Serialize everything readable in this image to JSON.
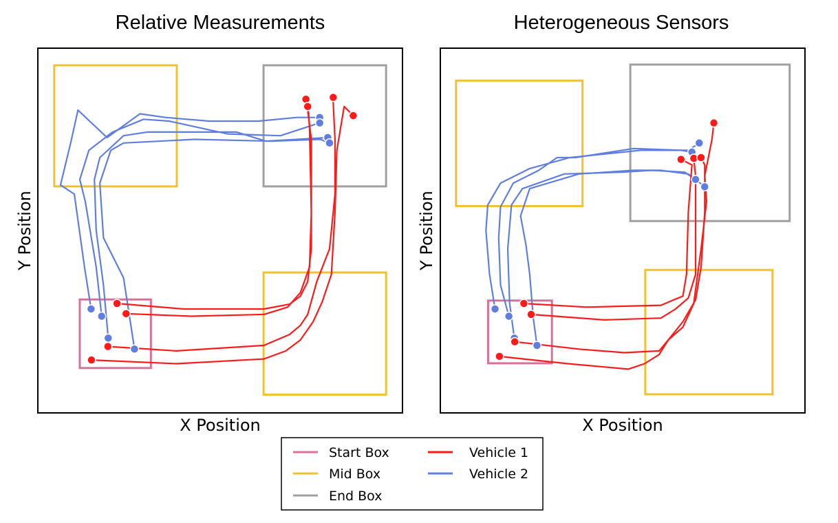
{
  "colors": {
    "start_box": "#d9709a",
    "mid_box": "#f2c12e",
    "end_box": "#a0a0a0",
    "vehicle1": "#ff1a1a",
    "vehicle2": "#5f7ee0"
  },
  "legend": {
    "placement": "bottom-center",
    "entries": [
      {
        "key": "start_box",
        "label": "Start Box"
      },
      {
        "key": "mid_box",
        "label": "Mid Box"
      },
      {
        "key": "end_box",
        "label": "End Box"
      },
      {
        "key": "vehicle1",
        "label": "Vehicle 1"
      },
      {
        "key": "vehicle2",
        "label": "Vehicle 2"
      }
    ]
  },
  "chart_data": [
    {
      "type": "line",
      "title": "Relative Measurements",
      "xlabel": "X Position",
      "ylabel": "Y Position",
      "ticks": false,
      "grid": false,
      "xlim": [
        0,
        100
      ],
      "ylim": [
        0,
        100
      ],
      "boxes": [
        {
          "kind": "start_box",
          "x0": 11.5,
          "y0": 12.3,
          "x1": 31.0,
          "y1": 31.1
        },
        {
          "kind": "mid_box",
          "x0": 4.5,
          "y0": 62.1,
          "x1": 38.1,
          "y1": 95.3
        },
        {
          "kind": "mid_box",
          "x0": 61.9,
          "y0": 5.0,
          "x1": 95.5,
          "y1": 38.5
        },
        {
          "kind": "end_box",
          "x0": 61.9,
          "y0": 62.1,
          "x1": 95.5,
          "y1": 95.3
        }
      ],
      "vehicle1_paths": [
        [
          [
            21.7,
            30.0
          ],
          [
            40,
            28.5
          ],
          [
            62.0,
            28.5
          ],
          [
            69.0,
            29.8
          ],
          [
            72.0,
            32.0
          ],
          [
            74.0,
            36.0
          ],
          [
            75.0,
            45.0
          ],
          [
            75.0,
            75.0
          ],
          [
            74.0,
            83.0
          ],
          [
            73.5,
            86.0
          ]
        ],
        [
          [
            24.2,
            27.2
          ],
          [
            42,
            26.5
          ],
          [
            62.0,
            27.0
          ],
          [
            68.5,
            29.0
          ],
          [
            72.0,
            33.0
          ],
          [
            74.5,
            40.0
          ],
          [
            75.0,
            55.0
          ],
          [
            74.5,
            78.0
          ],
          [
            74.2,
            83.0
          ],
          [
            74.0,
            84.0
          ]
        ],
        [
          [
            19.2,
            18.2
          ],
          [
            38,
            17.0
          ],
          [
            62.0,
            18.5
          ],
          [
            69.0,
            21.5
          ],
          [
            72.0,
            24.0
          ],
          [
            74.0,
            27.0
          ],
          [
            76.5,
            36.0
          ],
          [
            80.0,
            45.0
          ],
          [
            81.5,
            60.0
          ],
          [
            81.5,
            75.0
          ],
          [
            81.0,
            85.0
          ],
          [
            81.0,
            86.5
          ]
        ],
        [
          [
            14.7,
            14.5
          ],
          [
            38,
            13.5
          ],
          [
            62.0,
            14.8
          ],
          [
            68.0,
            17.0
          ],
          [
            72.0,
            20.0
          ],
          [
            75.5,
            25.0
          ],
          [
            78.0,
            30.5
          ],
          [
            80.5,
            38.0
          ],
          [
            81.5,
            55.0
          ],
          [
            82.0,
            72.0
          ],
          [
            84.0,
            84.0
          ],
          [
            86.5,
            81.5
          ]
        ]
      ],
      "vehicle2_paths": [
        [
          [
            14.6,
            28.5
          ],
          [
            12.8,
            40.0
          ],
          [
            10.0,
            60.0
          ],
          [
            6.2,
            62.5
          ],
          [
            9.0,
            74.0
          ],
          [
            11.0,
            83.0
          ],
          [
            19.0,
            75.5
          ],
          [
            28.0,
            82.0
          ],
          [
            35.0,
            81.0
          ],
          [
            47.0,
            80.0
          ],
          [
            60.5,
            80.0
          ],
          [
            71.0,
            81.0
          ],
          [
            77.3,
            81.0
          ]
        ],
        [
          [
            17.5,
            26.5
          ],
          [
            16.0,
            40.0
          ],
          [
            13.0,
            58.0
          ],
          [
            11.5,
            64.0
          ],
          [
            14.0,
            72.0
          ],
          [
            20.5,
            77.0
          ],
          [
            29.0,
            80.5
          ],
          [
            36.0,
            80.0
          ],
          [
            52.0,
            76.5
          ],
          [
            66.5,
            76.0
          ],
          [
            77.3,
            79.5
          ]
        ],
        [
          [
            19.3,
            20.5
          ],
          [
            18.0,
            35.0
          ],
          [
            16.0,
            50.0
          ],
          [
            15.5,
            64.0
          ],
          [
            17.0,
            70.0
          ],
          [
            23.5,
            76.0
          ],
          [
            30.0,
            77.0
          ],
          [
            37.0,
            77.0
          ],
          [
            54.5,
            77.0
          ],
          [
            62.5,
            74.5
          ],
          [
            79.5,
            75.5
          ]
        ],
        [
          [
            26.5,
            17.5
          ],
          [
            25.5,
            24.0
          ],
          [
            23.5,
            37.0
          ],
          [
            18.0,
            48.0
          ],
          [
            17.0,
            63.0
          ],
          [
            20.0,
            72.0
          ],
          [
            23.5,
            74.0
          ],
          [
            43.0,
            75.0
          ],
          [
            64.0,
            74.5
          ],
          [
            77.5,
            75.0
          ],
          [
            80.0,
            74.0
          ]
        ]
      ]
    },
    {
      "type": "line",
      "title": "Heterogeneous Sensors",
      "xlabel": "X Position",
      "ylabel": "Y Position",
      "ticks": false,
      "grid": false,
      "xlim": [
        0,
        100
      ],
      "ylim": [
        0,
        100
      ],
      "boxes": [
        {
          "kind": "start_box",
          "x0": 13.1,
          "y0": 13.6,
          "x1": 30.6,
          "y1": 30.8
        },
        {
          "kind": "mid_box",
          "x0": 4.3,
          "y0": 56.7,
          "x1": 39.0,
          "y1": 91.1
        },
        {
          "kind": "mid_box",
          "x0": 56.2,
          "y0": 5.1,
          "x1": 91.1,
          "y1": 39.2
        },
        {
          "kind": "end_box",
          "x0": 52.1,
          "y0": 52.6,
          "x1": 95.8,
          "y1": 95.5
        }
      ],
      "vehicle1_paths": [
        [
          [
            22.9,
            30.0
          ],
          [
            40.0,
            29.0
          ],
          [
            60.5,
            29.5
          ],
          [
            64.0,
            31.0
          ],
          [
            66.5,
            32.0
          ],
          [
            67.5,
            38.0
          ],
          [
            68.0,
            55.0
          ],
          [
            69.0,
            68.0
          ],
          [
            66.0,
            69.5
          ]
        ],
        [
          [
            24.9,
            27.0
          ],
          [
            45.0,
            25.5
          ],
          [
            60.5,
            26.0
          ],
          [
            64.5,
            28.5
          ],
          [
            68.0,
            31.5
          ],
          [
            70.0,
            38.0
          ],
          [
            70.0,
            55.0
          ],
          [
            70.0,
            65.0
          ],
          [
            69.5,
            69.8
          ]
        ],
        [
          [
            20.4,
            19.5
          ],
          [
            38.0,
            17.5
          ],
          [
            50.5,
            16.5
          ],
          [
            60.0,
            17.0
          ],
          [
            62.5,
            20.0
          ],
          [
            66.5,
            25.0
          ],
          [
            70.0,
            31.0
          ],
          [
            71.5,
            40.0
          ],
          [
            72.5,
            55.0
          ],
          [
            72.5,
            68.0
          ],
          [
            71.5,
            70.0
          ]
        ],
        [
          [
            16.2,
            15.5
          ],
          [
            35.0,
            13.5
          ],
          [
            51.5,
            12.0
          ],
          [
            56.0,
            13.5
          ],
          [
            60.0,
            16.0
          ],
          [
            62.5,
            20.0
          ],
          [
            66.5,
            23.5
          ],
          [
            69.5,
            30.0
          ],
          [
            71.5,
            45.0
          ],
          [
            73.0,
            58.0
          ],
          [
            72.5,
            65.0
          ],
          [
            74.5,
            75.0
          ],
          [
            75.0,
            79.5
          ]
        ]
      ],
      "vehicle2_paths": [
        [
          [
            15.0,
            28.5
          ],
          [
            13.5,
            38.0
          ],
          [
            12.5,
            50.0
          ],
          [
            13.0,
            57.0
          ],
          [
            16.5,
            63.0
          ],
          [
            24.5,
            67.0
          ],
          [
            35.5,
            70.0
          ],
          [
            55.0,
            72.0
          ],
          [
            68.0,
            72.0
          ],
          [
            71.0,
            74.0
          ]
        ],
        [
          [
            18.8,
            26.5
          ],
          [
            16.5,
            35.0
          ],
          [
            16.0,
            48.0
          ],
          [
            16.5,
            56.5
          ],
          [
            20.0,
            63.0
          ],
          [
            27.0,
            66.5
          ],
          [
            32.0,
            70.0
          ],
          [
            37.0,
            70.0
          ],
          [
            53.0,
            72.5
          ],
          [
            66.0,
            72.0
          ],
          [
            69.0,
            71.5
          ]
        ],
        [
          [
            20.3,
            20.5
          ],
          [
            19.0,
            30.0
          ],
          [
            18.5,
            45.0
          ],
          [
            19.5,
            57.0
          ],
          [
            22.5,
            61.5
          ],
          [
            34.0,
            65.5
          ],
          [
            50.0,
            66.0
          ],
          [
            58.0,
            66.5
          ],
          [
            67.0,
            66.0
          ],
          [
            70.0,
            64.0
          ]
        ],
        [
          [
            26.5,
            18.5
          ],
          [
            25.5,
            26.0
          ],
          [
            24.5,
            38.0
          ],
          [
            23.5,
            46.0
          ],
          [
            22.0,
            54.0
          ],
          [
            24.5,
            61.5
          ],
          [
            38.0,
            65.5
          ],
          [
            53.0,
            66.5
          ],
          [
            60.5,
            66.5
          ],
          [
            68.0,
            65.5
          ],
          [
            72.5,
            62.0
          ]
        ]
      ]
    }
  ]
}
